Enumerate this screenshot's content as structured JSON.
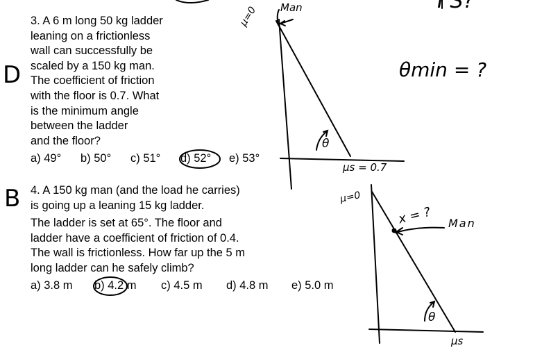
{
  "q3": {
    "lines": [
      "3. A 6 m long 50 kg ladder",
      "leaning on a frictionless",
      "wall can successfully be",
      "scaled by a 150 kg man.",
      "The coefficient of friction",
      "with the floor is 0.7. What",
      "is the minimum angle",
      "between the ladder",
      "and the floor?"
    ],
    "choices": [
      "a) 49°",
      "b) 50°",
      "c) 51°",
      "d) 52°",
      "e) 53°"
    ],
    "circled_choice_index": 3,
    "margin_answer": "D",
    "sketch": {
      "man_label": "Man",
      "wall_mu": "μ=0",
      "theta": "θ",
      "floor_mu": "μs = 0.7",
      "unknown": "θmin = ?"
    }
  },
  "q4": {
    "lines": [
      "4. A 150 kg man (and the load he carries)",
      "is going up a leaning 15 kg ladder.",
      "The ladder is set at 65°. The floor and",
      "ladder have a coefficient of friction of 0.4.",
      "The wall is frictionless. How far up the 5 m",
      "long ladder can he safely climb?"
    ],
    "choices": [
      "a) 3.8 m",
      "b) 4.2 m",
      "c) 4.5 m",
      "d) 4.8 m",
      "e) 5.0 m"
    ],
    "circled_choice_index": 1,
    "margin_answer": "B",
    "sketch": {
      "man_label": "Man",
      "wall_mu": "μ=0",
      "x_label": "x = ?",
      "theta": "θ",
      "floor_mu": "μs"
    }
  },
  "corner_scribble": "I S?"
}
